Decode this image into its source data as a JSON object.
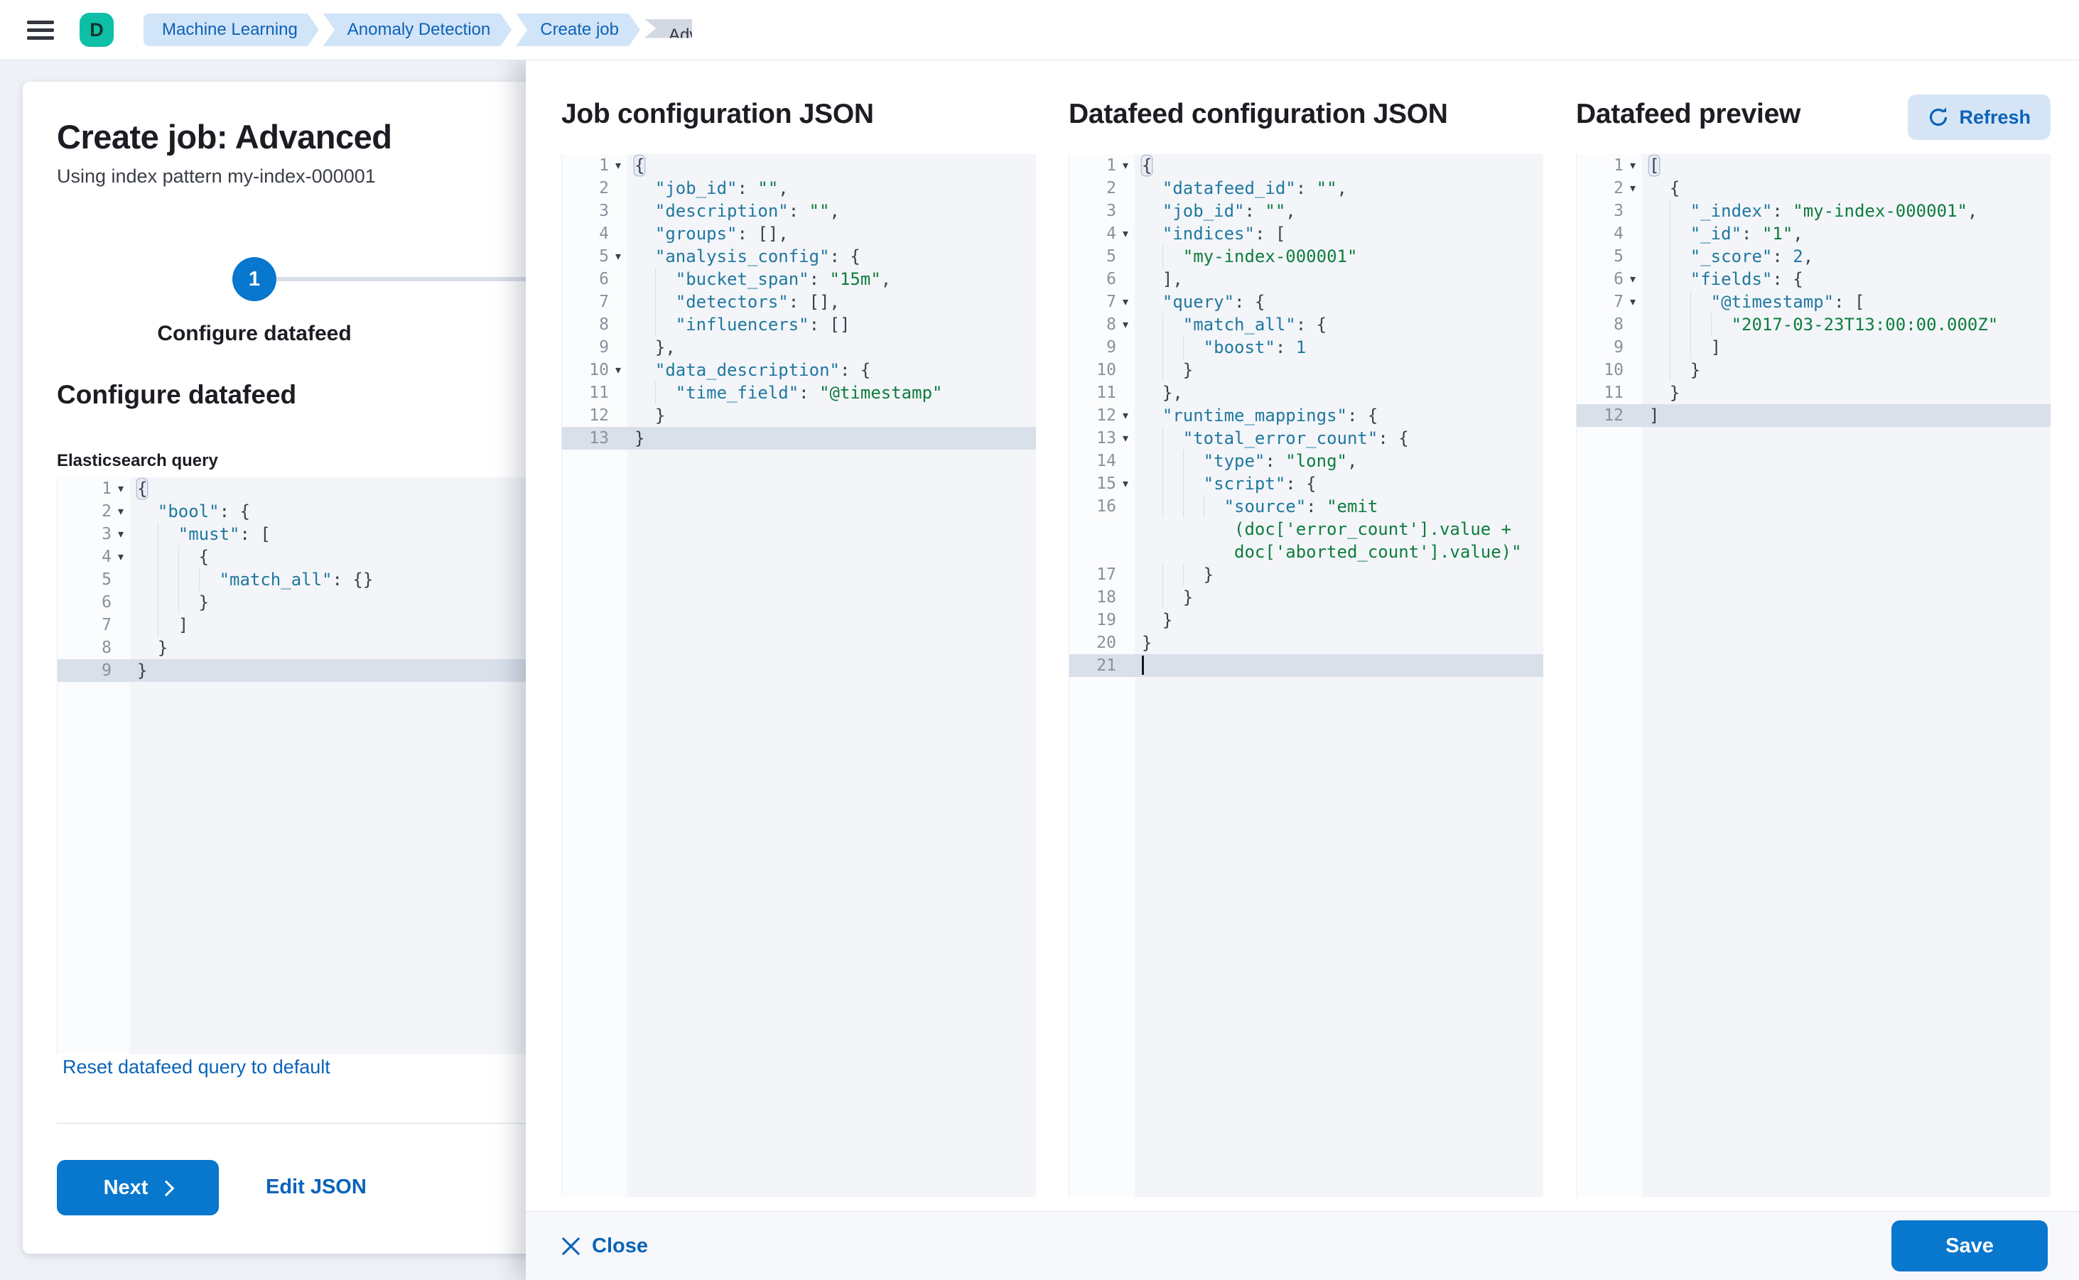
{
  "topbar": {
    "avatar_initial": "D",
    "breadcrumbs": [
      {
        "label": "Machine Learning"
      },
      {
        "label": "Anomaly Detection"
      },
      {
        "label": "Create job"
      },
      {
        "label": "Advanced configuration",
        "current": true
      }
    ]
  },
  "left_panel": {
    "title": "Create job: Advanced",
    "subtitle": "Using index pattern my-index-000001",
    "step_number": "1",
    "step_label": "Configure datafeed",
    "section_heading": "Configure datafeed",
    "query_label": "Elasticsearch query",
    "reset_link": "Reset datafeed query to default",
    "next_button": "Next",
    "edit_json_button": "Edit JSON",
    "query_editor": {
      "gutter": 102,
      "lines": [
        {
          "n": "1",
          "f": true,
          "s": [
            [
              "m",
              "{"
            ]
          ]
        },
        {
          "n": "2",
          "f": true,
          "i": 1,
          "s": [
            [
              "k",
              "\"bool\""
            ],
            [
              "p",
              ": {"
            ]
          ]
        },
        {
          "n": "3",
          "f": true,
          "i": 2,
          "s": [
            [
              "k",
              "\"must\""
            ],
            [
              "p",
              ": ["
            ]
          ]
        },
        {
          "n": "4",
          "f": true,
          "i": 3,
          "s": [
            [
              "p",
              "{"
            ]
          ]
        },
        {
          "n": "5",
          "i": 4,
          "s": [
            [
              "k",
              "\"match_all\""
            ],
            [
              "p",
              ": {}"
            ]
          ]
        },
        {
          "n": "6",
          "i": 3,
          "s": [
            [
              "p",
              "}"
            ]
          ]
        },
        {
          "n": "7",
          "i": 2,
          "s": [
            [
              "p",
              "]"
            ]
          ]
        },
        {
          "n": "8",
          "i": 1,
          "s": [
            [
              "p",
              "}"
            ]
          ]
        },
        {
          "n": "9",
          "a": true,
          "s": [
            [
              "p",
              "}"
            ]
          ]
        }
      ]
    }
  },
  "flyout": {
    "editors": [
      {
        "title": "Job configuration JSON",
        "gutter": 92,
        "lines": [
          {
            "n": "1",
            "f": true,
            "s": [
              [
                "m",
                "{"
              ]
            ]
          },
          {
            "n": "2",
            "i": 1,
            "s": [
              [
                "k",
                "\"job_id\""
              ],
              [
                "p",
                ": "
              ],
              [
                "s",
                "\"\""
              ],
              [
                "p",
                ","
              ]
            ]
          },
          {
            "n": "3",
            "i": 1,
            "s": [
              [
                "k",
                "\"description\""
              ],
              [
                "p",
                ": "
              ],
              [
                "s",
                "\"\""
              ],
              [
                "p",
                ","
              ]
            ]
          },
          {
            "n": "4",
            "i": 1,
            "s": [
              [
                "k",
                "\"groups\""
              ],
              [
                "p",
                ": [],"
              ]
            ]
          },
          {
            "n": "5",
            "f": true,
            "i": 1,
            "s": [
              [
                "k",
                "\"analysis_config\""
              ],
              [
                "p",
                ": {"
              ]
            ]
          },
          {
            "n": "6",
            "i": 2,
            "s": [
              [
                "k",
                "\"bucket_span\""
              ],
              [
                "p",
                ": "
              ],
              [
                "s",
                "\"15m\""
              ],
              [
                "p",
                ","
              ]
            ]
          },
          {
            "n": "7",
            "i": 2,
            "s": [
              [
                "k",
                "\"detectors\""
              ],
              [
                "p",
                ": [],"
              ]
            ]
          },
          {
            "n": "8",
            "i": 2,
            "s": [
              [
                "k",
                "\"influencers\""
              ],
              [
                "p",
                ": []"
              ]
            ]
          },
          {
            "n": "9",
            "i": 1,
            "s": [
              [
                "p",
                "},"
              ]
            ]
          },
          {
            "n": "10",
            "f": true,
            "i": 1,
            "s": [
              [
                "k",
                "\"data_description\""
              ],
              [
                "p",
                ": {"
              ]
            ]
          },
          {
            "n": "11",
            "i": 2,
            "s": [
              [
                "k",
                "\"time_field\""
              ],
              [
                "p",
                ": "
              ],
              [
                "s",
                "\"@timestamp\""
              ]
            ]
          },
          {
            "n": "12",
            "i": 1,
            "s": [
              [
                "p",
                "}"
              ]
            ]
          },
          {
            "n": "13",
            "a": true,
            "s": [
              [
                "p",
                "}"
              ]
            ]
          }
        ]
      },
      {
        "title": "Datafeed configuration JSON",
        "gutter": 92,
        "lines": [
          {
            "n": "1",
            "f": true,
            "s": [
              [
                "m",
                "{"
              ]
            ]
          },
          {
            "n": "2",
            "i": 1,
            "s": [
              [
                "k",
                "\"datafeed_id\""
              ],
              [
                "p",
                ": "
              ],
              [
                "s",
                "\"\""
              ],
              [
                "p",
                ","
              ]
            ]
          },
          {
            "n": "3",
            "i": 1,
            "s": [
              [
                "k",
                "\"job_id\""
              ],
              [
                "p",
                ": "
              ],
              [
                "s",
                "\"\""
              ],
              [
                "p",
                ","
              ]
            ]
          },
          {
            "n": "4",
            "f": true,
            "i": 1,
            "s": [
              [
                "k",
                "\"indices\""
              ],
              [
                "p",
                ": ["
              ]
            ]
          },
          {
            "n": "5",
            "i": 2,
            "s": [
              [
                "s",
                "\"my-index-000001\""
              ]
            ]
          },
          {
            "n": "6",
            "i": 1,
            "s": [
              [
                "p",
                "],"
              ]
            ]
          },
          {
            "n": "7",
            "f": true,
            "i": 1,
            "s": [
              [
                "k",
                "\"query\""
              ],
              [
                "p",
                ": {"
              ]
            ]
          },
          {
            "n": "8",
            "f": true,
            "i": 2,
            "s": [
              [
                "k",
                "\"match_all\""
              ],
              [
                "p",
                ": {"
              ]
            ]
          },
          {
            "n": "9",
            "i": 3,
            "s": [
              [
                "k",
                "\"boost\""
              ],
              [
                "p",
                ": "
              ],
              [
                "n2",
                "1"
              ]
            ]
          },
          {
            "n": "10",
            "i": 2,
            "s": [
              [
                "p",
                "}"
              ]
            ]
          },
          {
            "n": "11",
            "i": 1,
            "s": [
              [
                "p",
                "},"
              ]
            ]
          },
          {
            "n": "12",
            "f": true,
            "i": 1,
            "s": [
              [
                "k",
                "\"runtime_mappings\""
              ],
              [
                "p",
                ": {"
              ]
            ]
          },
          {
            "n": "13",
            "f": true,
            "i": 2,
            "s": [
              [
                "k",
                "\"total_error_count\""
              ],
              [
                "p",
                ": {"
              ]
            ]
          },
          {
            "n": "14",
            "i": 3,
            "s": [
              [
                "k",
                "\"type\""
              ],
              [
                "p",
                ": "
              ],
              [
                "s",
                "\"long\""
              ],
              [
                "p",
                ","
              ]
            ]
          },
          {
            "n": "15",
            "f": true,
            "i": 3,
            "s": [
              [
                "k",
                "\"script\""
              ],
              [
                "p",
                ": {"
              ]
            ]
          },
          {
            "n": "16",
            "i": 4,
            "s": [
              [
                "k",
                "\"source\""
              ],
              [
                "p",
                ": "
              ],
              [
                "s",
                "\"emit"
              ]
            ]
          },
          {
            "n": "",
            "w": true,
            "s": [
              [
                "s",
                "(doc['error_count'].value +"
              ]
            ]
          },
          {
            "n": "",
            "w": true,
            "s": [
              [
                "s",
                "doc['aborted_count'].value)\""
              ]
            ]
          },
          {
            "n": "17",
            "i": 3,
            "s": [
              [
                "p",
                "}"
              ]
            ]
          },
          {
            "n": "18",
            "i": 2,
            "s": [
              [
                "p",
                "}"
              ]
            ]
          },
          {
            "n": "19",
            "i": 1,
            "s": [
              [
                "p",
                "}"
              ]
            ]
          },
          {
            "n": "20",
            "s": [
              [
                "p",
                "}"
              ]
            ]
          },
          {
            "n": "21",
            "a": true,
            "c": true,
            "s": []
          }
        ]
      },
      {
        "title": "Datafeed preview",
        "refresh_button": "Refresh",
        "gutter": 92,
        "lines": [
          {
            "n": "1",
            "f": true,
            "s": [
              [
                "m",
                "["
              ]
            ]
          },
          {
            "n": "2",
            "f": true,
            "i": 1,
            "s": [
              [
                "p",
                "{"
              ]
            ]
          },
          {
            "n": "3",
            "i": 2,
            "s": [
              [
                "k",
                "\"_index\""
              ],
              [
                "p",
                ": "
              ],
              [
                "s",
                "\"my-index-000001\""
              ],
              [
                "p",
                ","
              ]
            ]
          },
          {
            "n": "4",
            "i": 2,
            "s": [
              [
                "k",
                "\"_id\""
              ],
              [
                "p",
                ": "
              ],
              [
                "s",
                "\"1\""
              ],
              [
                "p",
                ","
              ]
            ]
          },
          {
            "n": "5",
            "i": 2,
            "s": [
              [
                "k",
                "\"_score\""
              ],
              [
                "p",
                ": "
              ],
              [
                "n2",
                "2"
              ],
              [
                "p",
                ","
              ]
            ]
          },
          {
            "n": "6",
            "f": true,
            "i": 2,
            "s": [
              [
                "k",
                "\"fields\""
              ],
              [
                "p",
                ": {"
              ]
            ]
          },
          {
            "n": "7",
            "f": true,
            "i": 3,
            "s": [
              [
                "k",
                "\"@timestamp\""
              ],
              [
                "p",
                ": ["
              ]
            ]
          },
          {
            "n": "8",
            "i": 4,
            "s": [
              [
                "s",
                "\"2017-03-23T13:00:00.000Z\""
              ]
            ]
          },
          {
            "n": "9",
            "i": 3,
            "s": [
              [
                "p",
                "]"
              ]
            ]
          },
          {
            "n": "10",
            "i": 2,
            "s": [
              [
                "p",
                "}"
              ]
            ]
          },
          {
            "n": "11",
            "i": 1,
            "s": [
              [
                "p",
                "}"
              ]
            ]
          },
          {
            "n": "12",
            "a": true,
            "s": [
              [
                "p",
                "]"
              ]
            ]
          }
        ]
      }
    ],
    "footer": {
      "close_button": "Close",
      "save_button": "Save"
    }
  },
  "colors": {
    "primary_button": "#0877CE",
    "link_blue": "#0B63B8",
    "breadcrumb_bg": "#D2E4F7",
    "breadcrumb_current_bg": "#D3D9E2",
    "avatar_bg": "#0CBFA6",
    "step_circle": "#0877CE",
    "json_key": "#20789F",
    "json_string": "#0E7D3C",
    "json_number": "#20789F",
    "json_punctuation": "#3A3F4A",
    "editor_bg": "#F3F5F9",
    "editor_gutter_bg": "#FBFCFE",
    "editor_active_line": "#D9E0EA",
    "refresh_button_bg": "#D6E5F6"
  }
}
